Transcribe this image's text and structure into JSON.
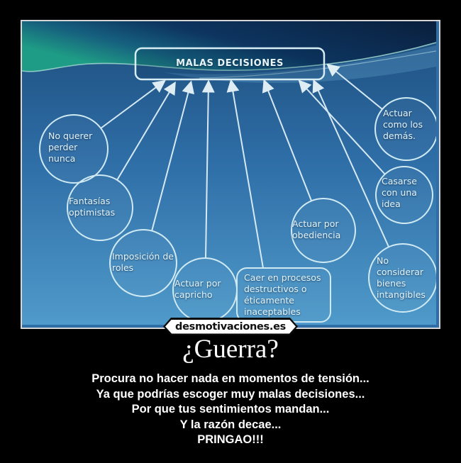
{
  "poster": {
    "watermark": "desmotivaciones.es",
    "title": "¿Guerra?",
    "caption_lines": [
      "Procura no hacer nada en momentos de tensión...",
      "Ya que podrías escoger muy malas decisiones...",
      "Por que tus sentimientos mandan...",
      "Y la razón decae...",
      "PRINGAO!!!"
    ]
  },
  "diagram": {
    "main_box_label": "MALAS DECISIONES",
    "bubbles": [
      {
        "label": "No querer perder nunca",
        "shape": "circle"
      },
      {
        "label": "Fantasías optimistas",
        "shape": "circle"
      },
      {
        "label": "Imposición de roles",
        "shape": "circle"
      },
      {
        "label": "Actuar por capricho",
        "shape": "circle"
      },
      {
        "label": "Caer en procesos destructivos o éticamente inaceptables",
        "shape": "rounded-rect"
      },
      {
        "label": "Actuar por obediencia",
        "shape": "circle"
      },
      {
        "label": "Actuar como los demás.",
        "shape": "circle"
      },
      {
        "label": "Casarse con una idea",
        "shape": "circle"
      },
      {
        "label": "No considerar bienes intangibles",
        "shape": "circle"
      }
    ],
    "colors": {
      "background_dark_top": "#0a1f3c",
      "background_teal": "#1f9c85",
      "background_main": "#2e6da6",
      "background_bottom": "#4f9aca",
      "outline": "#d6edf5",
      "label_text": "#e6f4fa"
    }
  }
}
